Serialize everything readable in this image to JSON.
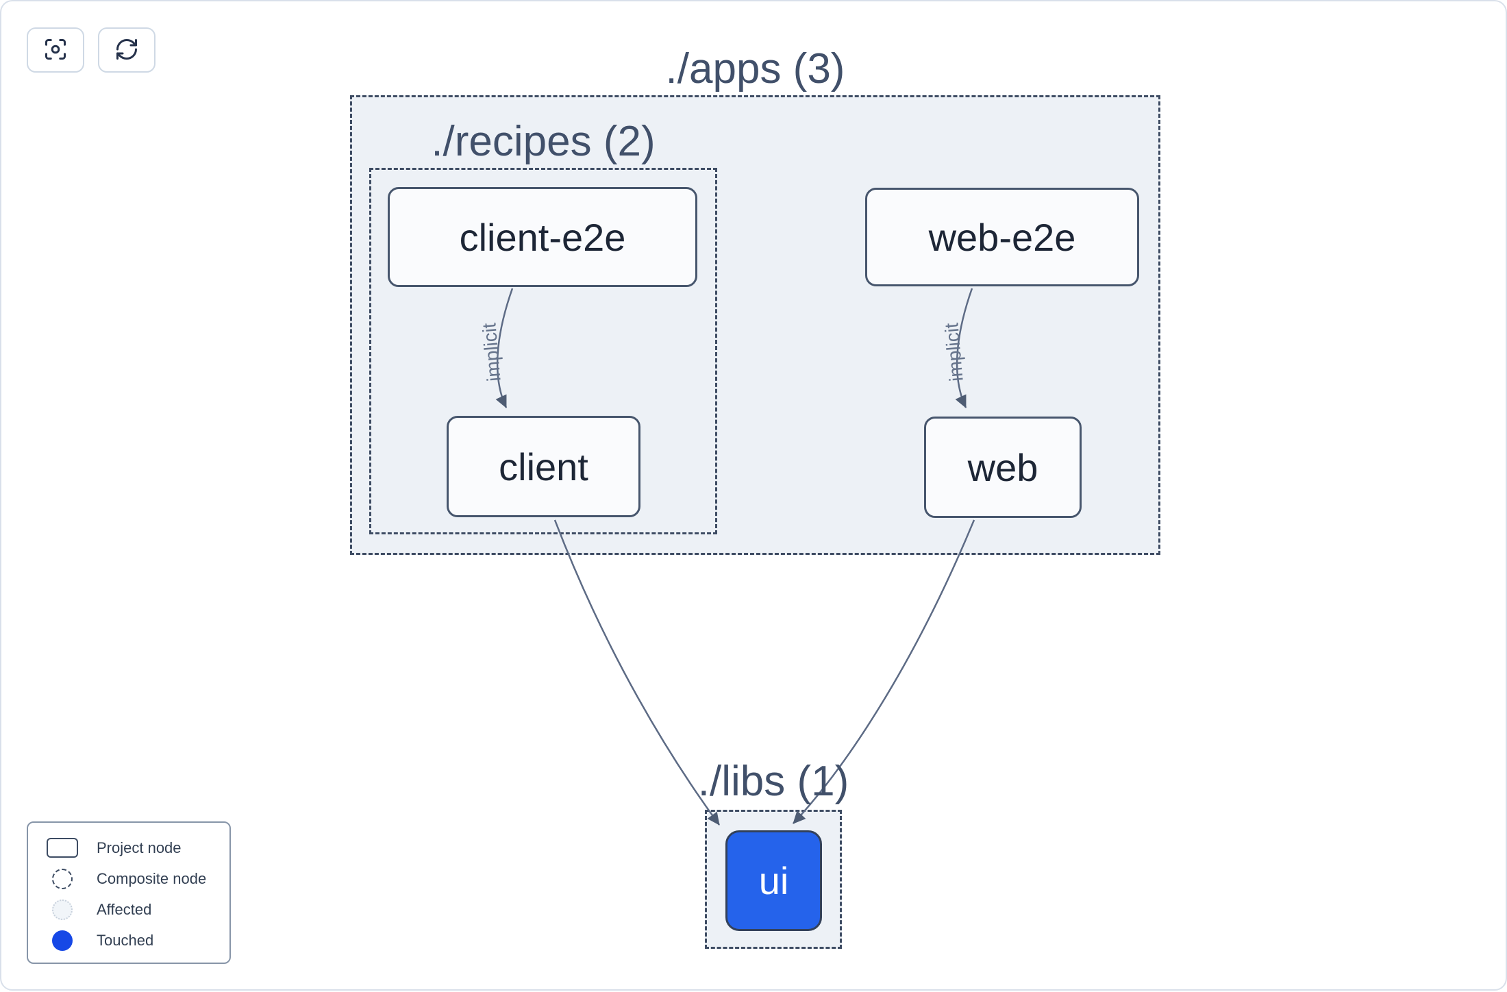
{
  "toolbar": {
    "buttons": [
      {
        "name": "center-graph",
        "icon": "focus-center-icon"
      },
      {
        "name": "refresh-graph",
        "icon": "refresh-icon"
      }
    ]
  },
  "graph": {
    "groups": [
      {
        "id": "apps",
        "label": "./apps (3)"
      },
      {
        "id": "recipes",
        "label": "./recipes (2)"
      },
      {
        "id": "libs",
        "label": "./libs (1)"
      }
    ],
    "nodes": [
      {
        "id": "client-e2e",
        "label": "client-e2e",
        "state": "normal"
      },
      {
        "id": "web-e2e",
        "label": "web-e2e",
        "state": "normal"
      },
      {
        "id": "client",
        "label": "client",
        "state": "normal"
      },
      {
        "id": "web",
        "label": "web",
        "state": "normal"
      },
      {
        "id": "ui",
        "label": "ui",
        "state": "touched"
      }
    ],
    "edges": [
      {
        "from": "client-e2e",
        "to": "client",
        "label": "implicit"
      },
      {
        "from": "web-e2e",
        "to": "web",
        "label": "implicit"
      },
      {
        "from": "client",
        "to": "ui",
        "label": ""
      },
      {
        "from": "web",
        "to": "ui",
        "label": ""
      }
    ]
  },
  "legend": {
    "items": [
      {
        "label": "Project node",
        "swatch": "project-rect"
      },
      {
        "label": "Composite node",
        "swatch": "dashed-circle"
      },
      {
        "label": "Affected",
        "swatch": "affected-circle"
      },
      {
        "label": "Touched",
        "swatch": "touched-circle"
      }
    ]
  },
  "colors": {
    "touched_node_blue": "#2563eb",
    "legend_touched_blue": "#1648e6",
    "container_fill": "#edf1f6",
    "dashed_border": "#3e4c63",
    "edge_stroke": "#5d6b85",
    "title_text": "#41506a",
    "node_text": "#1d2636"
  }
}
